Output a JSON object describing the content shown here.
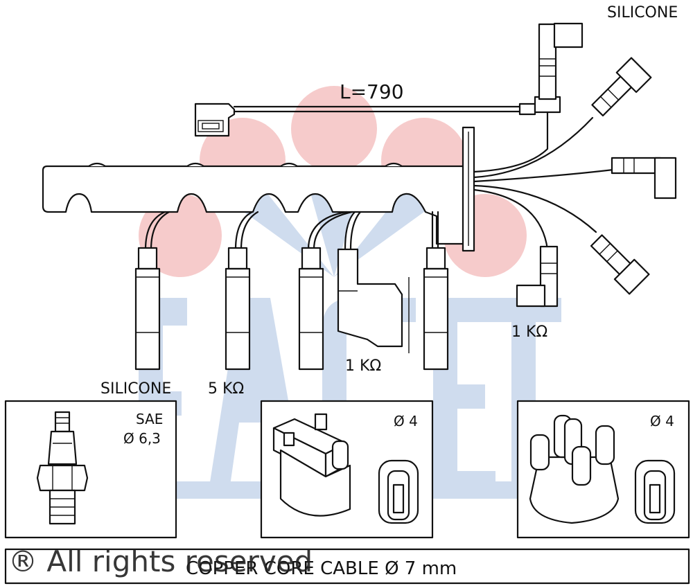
{
  "labels": {
    "silicone_top": "SILICONE",
    "length": "L=790",
    "resistor_distributor": "1 KΩ",
    "resistor_coil": "1 KΩ",
    "silicone_bottom": "SILICONE",
    "resistor_plugs": "5 KΩ",
    "sae_line1": "SAE",
    "sae_line2": "Ø 6,3",
    "coil_diameter": "Ø 4",
    "cap_diameter": "Ø 4",
    "cable_spec": "COPPER CORE CABLE  Ø  7 mm",
    "copyright": "® All rights reserved"
  },
  "watermark": {
    "text": "FACET",
    "blue": "#cfdcee",
    "pink": "#f6cbcb"
  },
  "colors": {
    "line": "#111111",
    "background": "#ffffff"
  }
}
